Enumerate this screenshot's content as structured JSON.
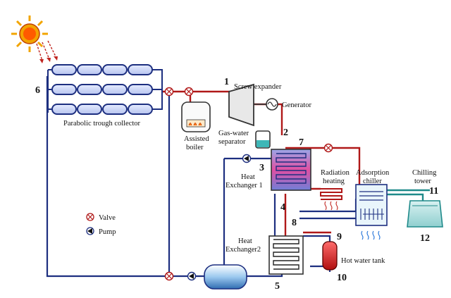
{
  "labels": {
    "parabolic_trough_collector": "Parabolic trough collector",
    "screw_expander": "Screw expander",
    "generator": "Generator",
    "assisted_boiler_1": "Assisted",
    "assisted_boiler_2": "boiler",
    "gas_water_separator_1": "Gas-water",
    "gas_water_separator_2": "separator",
    "heat_exchanger_1a": "Heat",
    "heat_exchanger_1b": "Exchanger 1",
    "radiation_heating_1": "Radiation",
    "radiation_heating_2": "heating",
    "adsorption_chiller_1": "Adsorption",
    "adsorption_chiller_2": "chiller",
    "chilling_tower_1": "Chilling",
    "chilling_tower_2": "tower",
    "heat_exchanger_2a": "Heat",
    "heat_exchanger_2b": "Exchanger2",
    "hot_water_tank": "Hot water tank",
    "legend_valve": "Valve",
    "legend_pump": "Pump"
  },
  "nodes": {
    "n1": "1",
    "n2": "2",
    "n3": "3",
    "n4": "4",
    "n5": "5",
    "n6": "6",
    "n7": "7",
    "n8": "8",
    "n9": "9",
    "n10": "10",
    "n11": "11",
    "n12": "12"
  },
  "colors": {
    "hot_pipe": "#b01818",
    "cold_pipe": "#1d2f80",
    "water_pipe": "#1f8a8a",
    "collector": "#1d2f80",
    "sun": "#f2a400"
  }
}
